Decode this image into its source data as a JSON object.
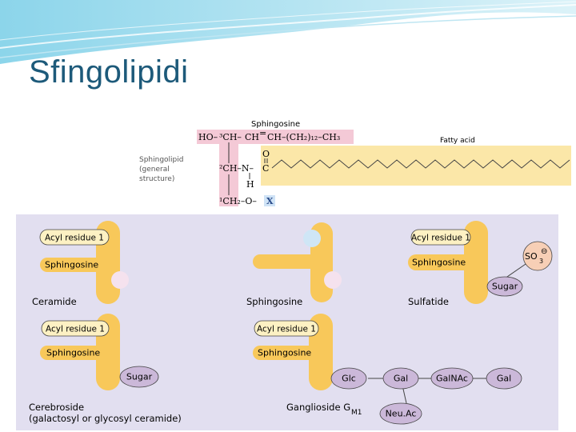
{
  "title": "Sfingolipidi",
  "colors": {
    "title": "#1d5a7a",
    "panel_bg": "#e2dff0",
    "lipid_yellow": "#f8c85a",
    "pill_fill": "#fdf1c3",
    "sugar_fill": "#cbb8d9",
    "pink_ball": "#f5e2ee",
    "blue_ball": "#cfe6f6",
    "sulfate_fill": "#f7cfb6",
    "fatty_acid_bg": "#fbe7a8",
    "sphingosine_bg": "#f4c9d6"
  },
  "general_structure": {
    "sphingosine_label": "Sphingosine",
    "fatty_acid_label": "Fatty acid",
    "sphingolipid_label_1": "Sphingolipid",
    "sphingolipid_label_2": "(general",
    "sphingolipid_label_3": "structure)",
    "row1_ho": "HO–",
    "row1_c3": "³CH–",
    "row1_ch1": "CH",
    "row1_ch2": "CH–(CH₂)₁₂–CH₃",
    "eq_sign": "=",
    "o_atom": "O",
    "c_atom": "C",
    "row2_c2": "²CH–N–",
    "h_atom": "H",
    "row3_c1": "¹CH₂–O–",
    "x_group": "X"
  },
  "molecules": {
    "ceramide": {
      "acyl": "Acyl residue 1",
      "sphingosine": "Sphingosine",
      "name": "Ceramide"
    },
    "sphingosine": {
      "name": "Sphingosine"
    },
    "sulfatide": {
      "acyl": "Acyl residue 1",
      "sphingosine": "Sphingosine",
      "sugar": "Sugar",
      "so3": "SO",
      "so3_sub": "3",
      "charge": "⊖",
      "name": "Sulfatide"
    },
    "cerebroside": {
      "acyl": "Acyl residue 1",
      "sphingosine": "Sphingosine",
      "sugar": "Sugar",
      "name_1": "Cerebroside",
      "name_2": "(galactosyl or glycosyl ceramide)"
    },
    "ganglioside": {
      "acyl": "Acyl residue 1",
      "sphingosine": "Sphingosine",
      "glc": "Glc",
      "gal1": "Gal",
      "galnac": "GalNAc",
      "gal2": "Gal",
      "neuac": "Neu.Ac",
      "name": "Ganglioside G",
      "name_sub": "M1"
    }
  }
}
